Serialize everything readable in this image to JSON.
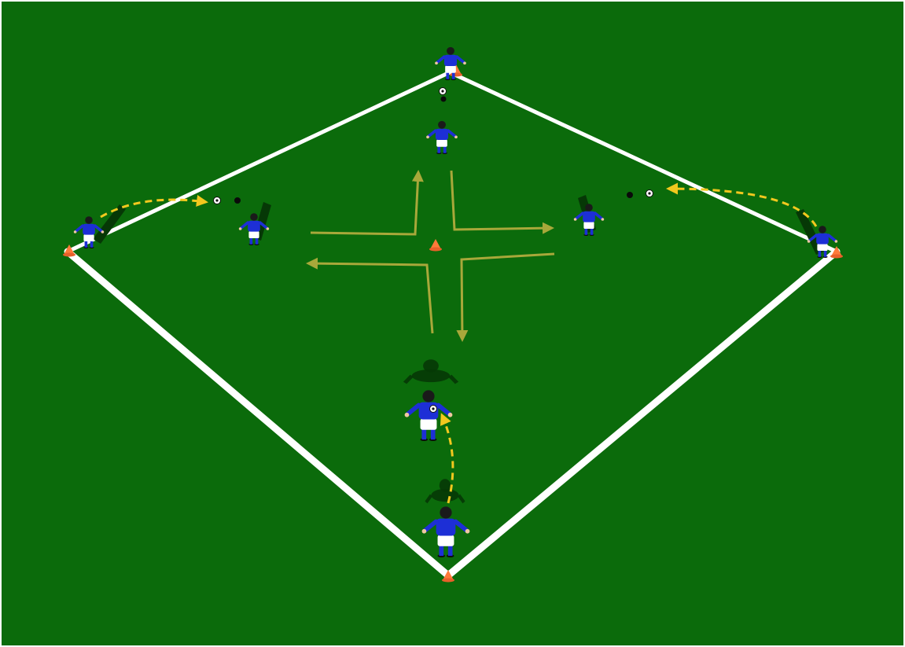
{
  "diagram": {
    "kind": "soccer-drill",
    "surface_color": "#0b6b0b",
    "line_color": "#ffffff",
    "cone_color": "#ff7a3a",
    "kit_shirt_color": "#1d2fd6",
    "kit_shorts_color": "#ffffff",
    "pass_color": "#f2c81e",
    "movement_arrow_color": "#a8a83a",
    "players": [
      {
        "id": "top",
        "role": "server"
      },
      {
        "id": "top-inner",
        "role": "receiver"
      },
      {
        "id": "left",
        "role": "server"
      },
      {
        "id": "left-inner",
        "role": "receiver"
      },
      {
        "id": "right",
        "role": "server"
      },
      {
        "id": "right-inner",
        "role": "receiver"
      },
      {
        "id": "bottom",
        "role": "server"
      },
      {
        "id": "bottom-inner",
        "role": "receiver"
      }
    ],
    "cones": [
      "top",
      "left",
      "right",
      "bottom",
      "center"
    ],
    "passes": [
      "left",
      "right",
      "bottom"
    ],
    "movement_arrows": [
      "up",
      "right",
      "left",
      "down"
    ]
  }
}
